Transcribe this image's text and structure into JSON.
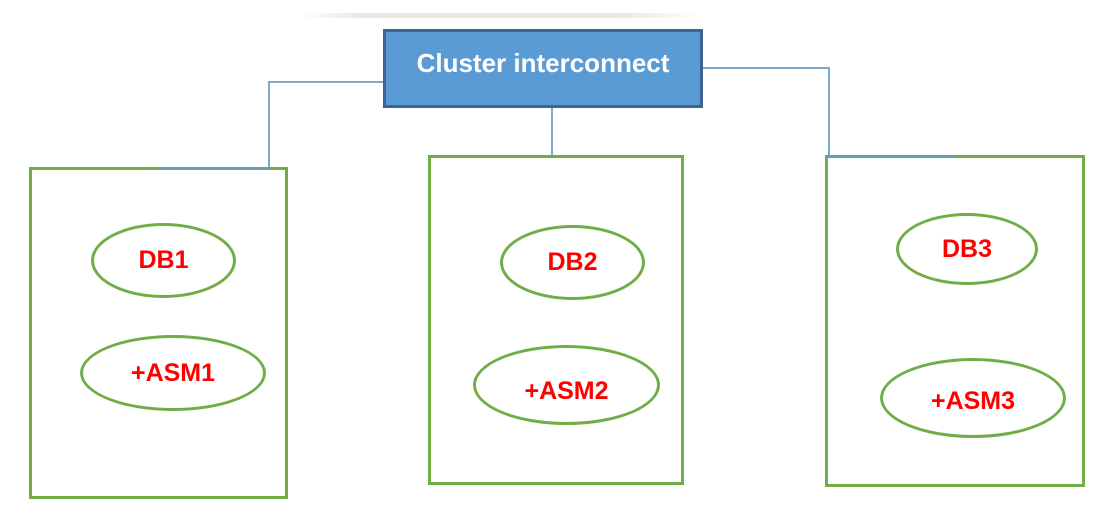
{
  "hub": {
    "label": "Cluster interconnect"
  },
  "nodes": [
    {
      "db": "DB1",
      "asm": "+ASM1"
    },
    {
      "db": "DB2",
      "asm": "+ASM2"
    },
    {
      "db": "DB3",
      "asm": "+ASM3"
    }
  ],
  "colors": {
    "hub_fill": "#5B9BD5",
    "hub_border": "#3D6591",
    "node_border": "#70AD47",
    "label_text": "#FF0000",
    "connector": "#7FA8C9"
  }
}
